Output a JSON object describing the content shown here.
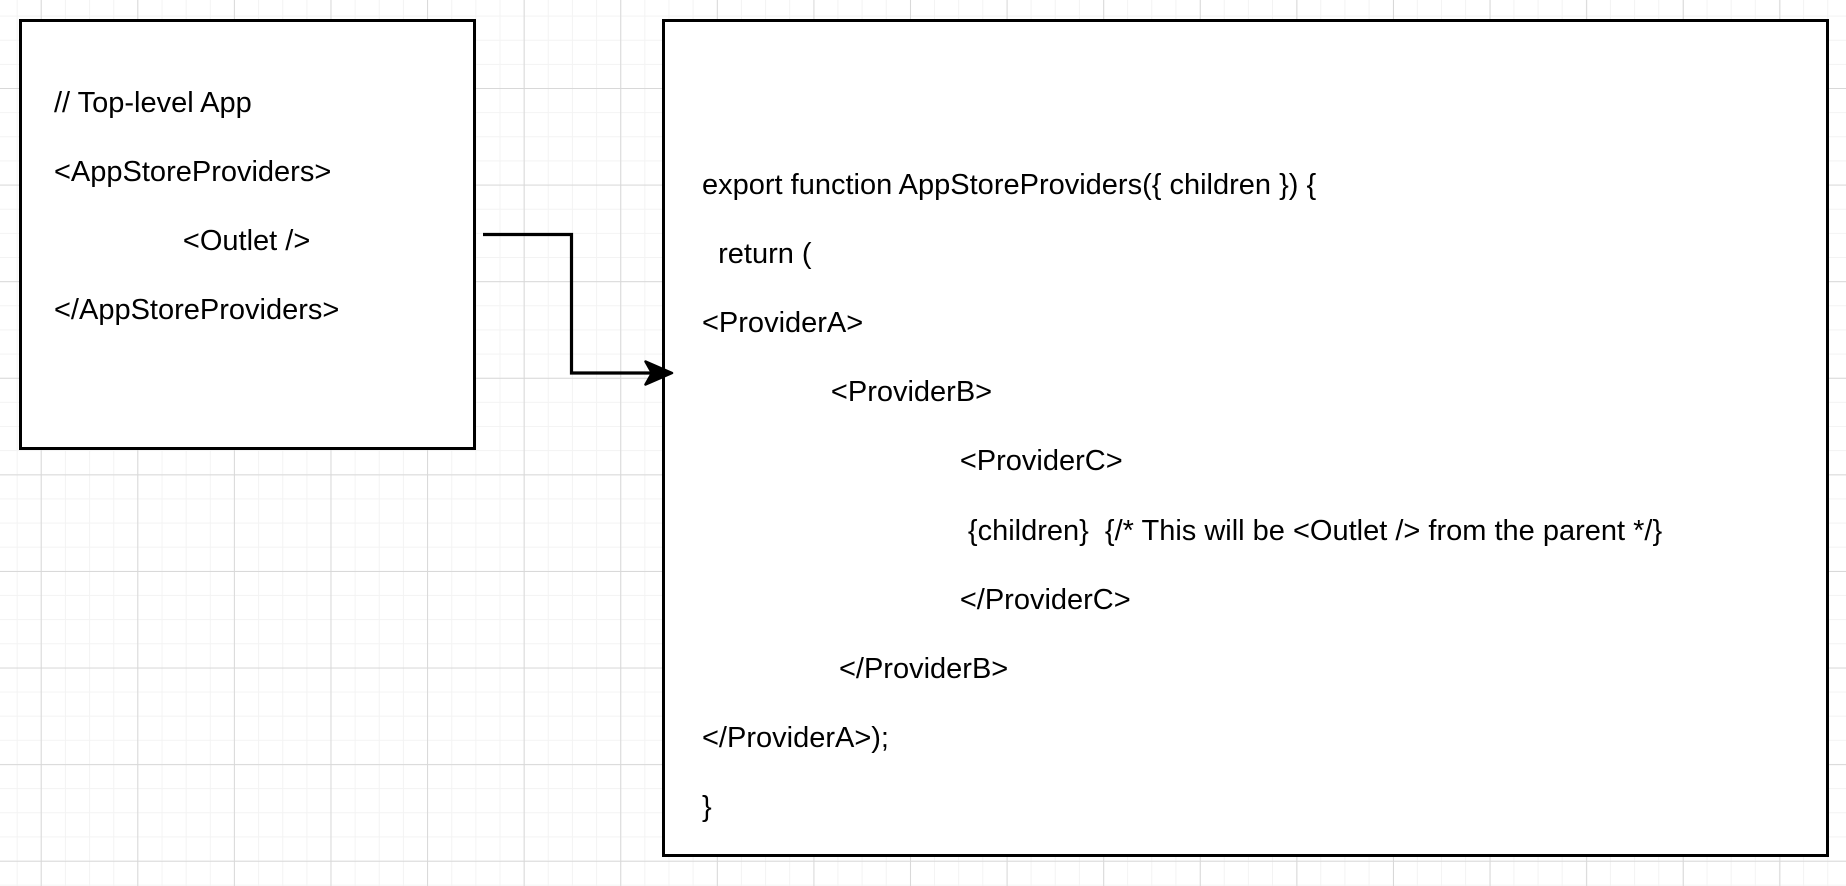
{
  "canvas": {
    "background_color": "#ffffff",
    "grid_minor_color": "#f3f3f3",
    "grid_major_color": "#d8d8d8"
  },
  "left_box": {
    "code_lines": [
      "// Top-level App",
      "<AppStoreProviders>",
      "                <Outlet />",
      "</AppStoreProviders>"
    ]
  },
  "right_box": {
    "code_lines": [
      "export function AppStoreProviders({ children }) {",
      "  return (",
      "<ProviderA>",
      "                <ProviderB>",
      "                                <ProviderC>",
      "                                 {children}  {/* This will be <Outlet /> from the parent */}",
      "                                </ProviderC>",
      "                 </ProviderB>",
      "</ProviderA>);",
      "}"
    ]
  },
  "connector": {
    "description": "elbow arrow from top-level app box to AppStoreProviders implementation box",
    "stroke_color": "#000000"
  }
}
